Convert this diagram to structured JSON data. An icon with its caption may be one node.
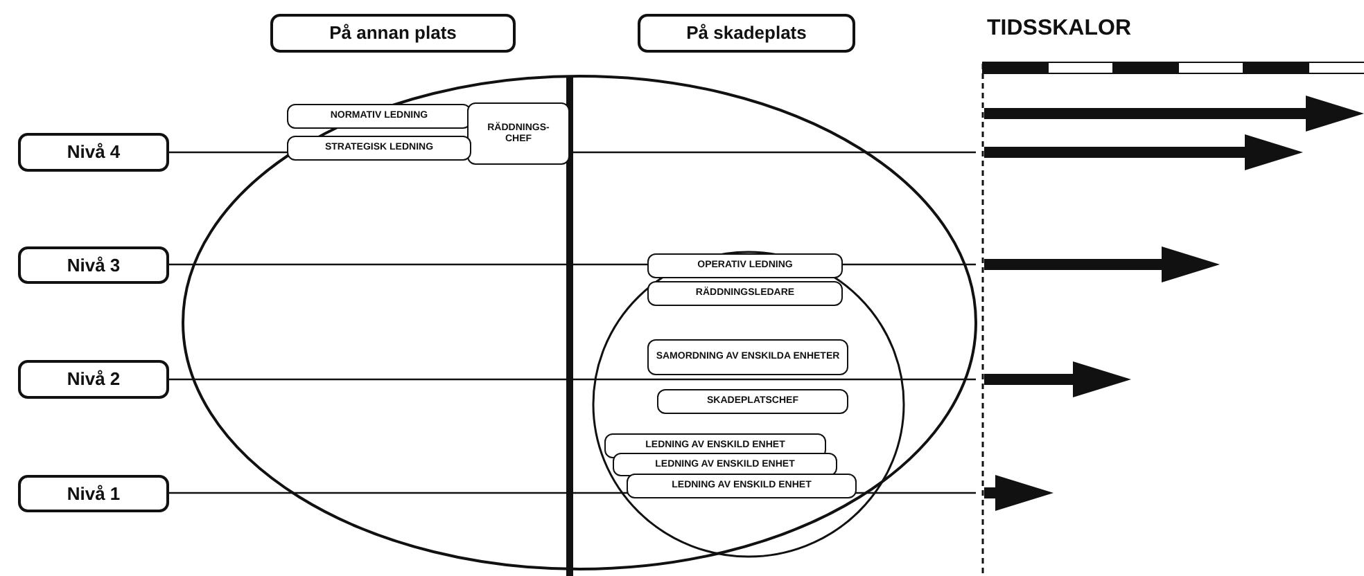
{
  "diagram": {
    "nodes": [
      {
        "text": [
          "På annan plats"
        ]
      },
      {
        "text": [
          "På skadeplats"
        ]
      },
      {
        "text": [
          "NORMATIV LEDNING"
        ]
      },
      {
        "text": [
          "RÄDDNINGS-CHEF"
        ]
      },
      {
        "text": [
          "Nivå 4"
        ]
      },
      {
        "text": [
          "STRATEGISK LEDNING"
        ]
      },
      {
        "text": [
          "Nivå 3"
        ]
      },
      {
        "text": [
          "OPERATIV LEDNING"
        ]
      },
      {
        "text": [
          "RÄDDNINGSLEDARE"
        ]
      },
      {
        "text": [
          "Nivå 2"
        ]
      },
      {
        "text": [
          "SAMORDNING AV ENSKILDA ENHETER"
        ]
      },
      {
        "text": [
          "SKADEPLATSCHEF"
        ]
      },
      {
        "text": [
          "Nivå 1"
        ]
      },
      {
        "text": [
          "LEDNING AV ENSKILD ENHET"
        ]
      },
      {
        "text": [
          "LEDNING AV ENSKILD ENHET"
        ]
      },
      {
        "text": [
          "LEDNING AV ENSKILD ENHET"
        ]
      }
    ],
    "edges": [
      {
        "from": 4,
        "to": null,
        "arrow": "none"
      },
      {
        "from": 6,
        "to": null,
        "arrow": "none"
      },
      {
        "from": 9,
        "to": null,
        "arrow": "none"
      },
      {
        "from": 12,
        "to": null,
        "arrow": "none"
      }
    ],
    "labels": [
      "TIDSSKALOR"
    ]
  }
}
